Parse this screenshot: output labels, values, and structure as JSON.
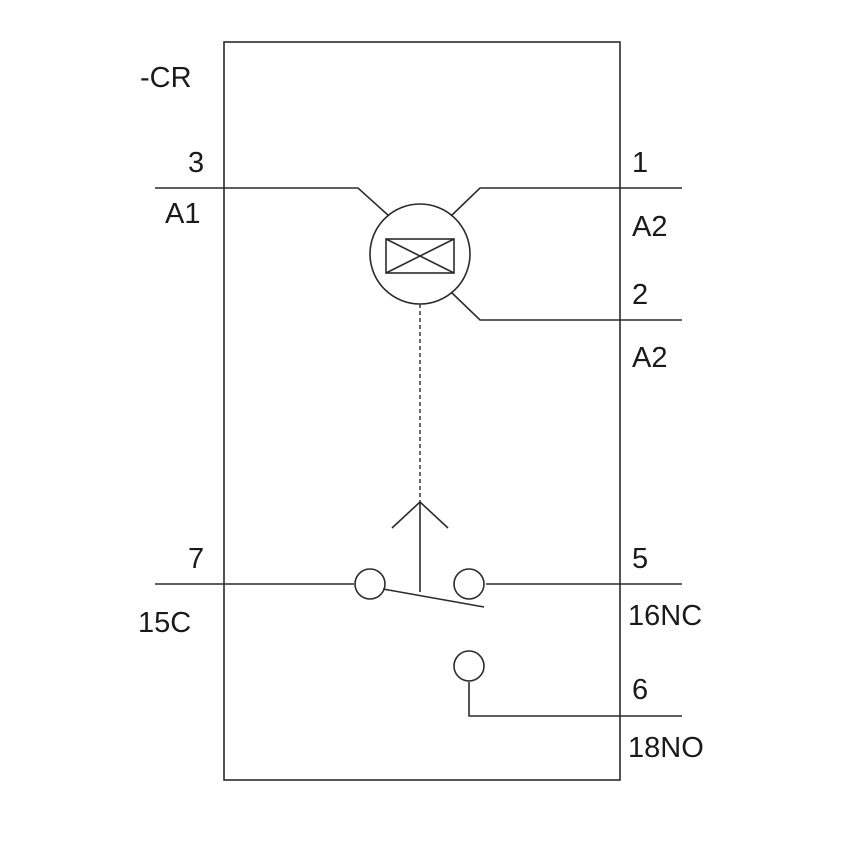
{
  "component": {
    "designation": "-CR"
  },
  "terminals": {
    "coil_left_number": "3",
    "coil_left_name": "A1",
    "coil_right1_number": "1",
    "coil_right1_name": "A2",
    "coil_right2_number": "2",
    "coil_right2_name": "A2",
    "common_number": "7",
    "common_name": "15C",
    "nc_number": "5",
    "nc_name": "16NC",
    "no_number": "6",
    "no_name": "18NO"
  },
  "colors": {
    "line": "#2b2b2b",
    "text": "#1a1a1a",
    "background": "#ffffff"
  }
}
